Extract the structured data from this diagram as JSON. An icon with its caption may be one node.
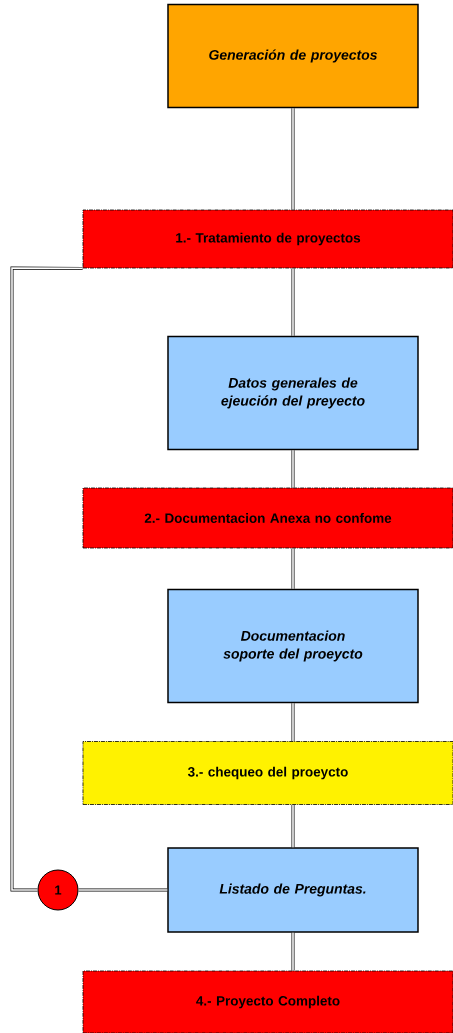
{
  "diagram": {
    "nodes": [
      {
        "text": [
          "Generación de proyectos"
        ]
      },
      {
        "text": [
          "1.- Tratamiento de proyectos"
        ]
      },
      {
        "text": [
          "Datos generales de ejeución del preyecto"
        ]
      },
      {
        "text": [
          "2.- Documentacion Anexa no confome"
        ]
      },
      {
        "text": [
          "Documentacion soporte del  proeycto"
        ]
      },
      {
        "text": [
          "3.-  chequeo del  proeycto"
        ]
      },
      {
        "text": [
          "Listado de Preguntas."
        ]
      },
      {
        "text": [
          "1"
        ]
      },
      {
        "text": [
          "4.- Proyecto Completo"
        ]
      }
    ],
    "edges": [
      {
        "from": 0,
        "to": 1,
        "arrow": "none"
      },
      {
        "from": 1,
        "to": 2,
        "arrow": "none"
      },
      {
        "from": 2,
        "to": 3,
        "arrow": "none"
      },
      {
        "from": 3,
        "to": 4,
        "arrow": "none"
      },
      {
        "from": 4,
        "to": 5,
        "arrow": "none"
      },
      {
        "from": 5,
        "to": 6,
        "arrow": "none"
      },
      {
        "from": 6,
        "to": 7,
        "arrow": "none"
      },
      {
        "from": 7,
        "to": 1,
        "arrow": "none"
      },
      {
        "from": 6,
        "to": 8,
        "arrow": "none"
      }
    ]
  }
}
